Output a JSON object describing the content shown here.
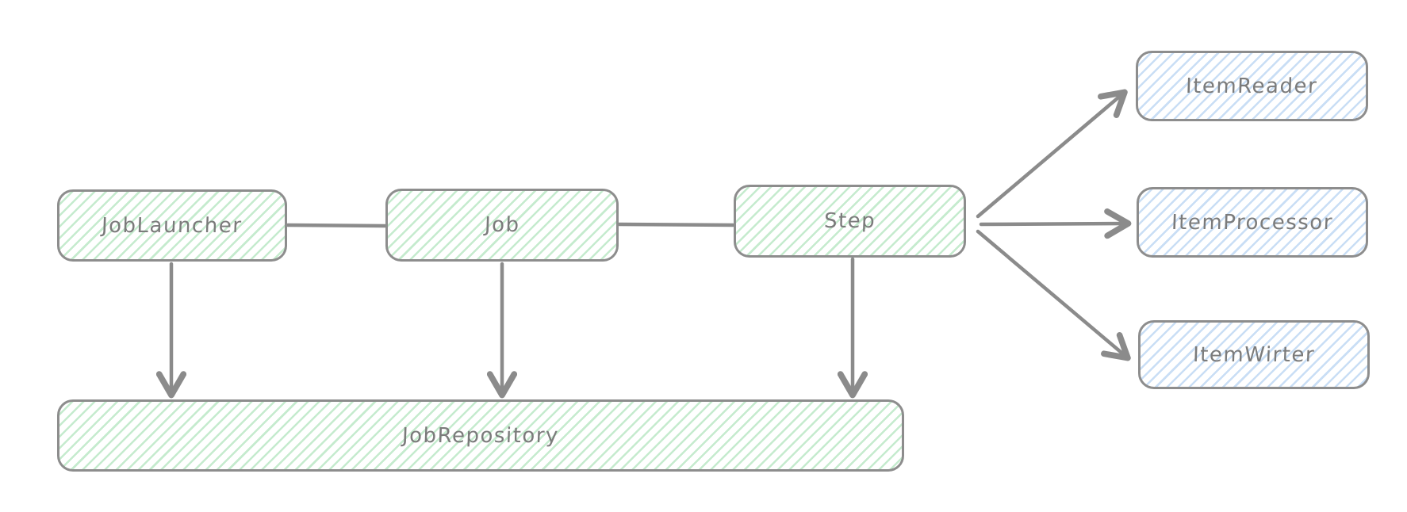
{
  "diagram": {
    "nodes": {
      "jobLauncher": {
        "label": "JobLauncher",
        "fill": "green"
      },
      "job": {
        "label": "Job",
        "fill": "green"
      },
      "step": {
        "label": "Step",
        "fill": "green"
      },
      "jobRepository": {
        "label": "JobRepository",
        "fill": "green"
      },
      "itemReader": {
        "label": "ItemReader",
        "fill": "blue"
      },
      "itemProcessor": {
        "label": "ItemProcessor",
        "fill": "blue"
      },
      "itemWriter": {
        "label": "ItemWirter",
        "fill": "blue"
      }
    },
    "edges": [
      {
        "from": "jobLauncher",
        "to": "job",
        "style": "line"
      },
      {
        "from": "job",
        "to": "step",
        "style": "line"
      },
      {
        "from": "jobLauncher",
        "to": "jobRepository",
        "style": "arrow"
      },
      {
        "from": "job",
        "to": "jobRepository",
        "style": "arrow"
      },
      {
        "from": "step",
        "to": "jobRepository",
        "style": "arrow"
      },
      {
        "from": "step",
        "to": "itemReader",
        "style": "arrow"
      },
      {
        "from": "step",
        "to": "itemProcessor",
        "style": "arrow"
      },
      {
        "from": "step",
        "to": "itemWriter",
        "style": "arrow"
      }
    ],
    "colors": {
      "stroke": "#8b8b8b",
      "border": "#8d8d8d",
      "text": "#7b7b7b",
      "green_hatch": "#c5ebce",
      "blue_hatch": "#c9def5",
      "background": "#ffffff"
    }
  }
}
